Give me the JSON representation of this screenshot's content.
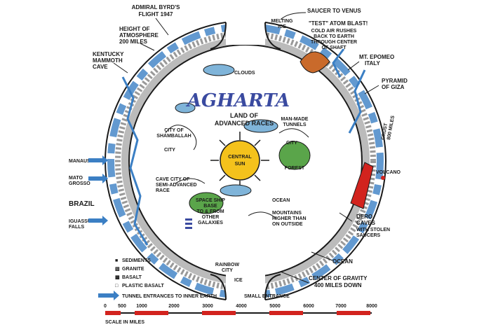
{
  "title": "AGHARTA",
  "subtitle_line1": "LAND OF",
  "subtitle_line2": "ADVANCED RACES",
  "central_sun_line1": "CENTRAL",
  "central_sun_line2": "SUN",
  "labels": {
    "byrd_line1": "ADMIRAL BYRD'S",
    "byrd_line2": "FLIGHT 1947",
    "saucer_venus": "SAUCER TO VENUS",
    "melting_line1": "MELTING",
    "melting_line2": "ICE",
    "test_atom": "\"TEST\" ATOM BLAST!",
    "cold_air_1": "COLD AIR RUSHES",
    "cold_air_2": "BACK TO EARTH",
    "cold_air_3": "THROUGH CENTER",
    "cold_air_4": "OF SHAFT",
    "height_1": "HEIGHT OF",
    "height_2": "ATMOSPHERE",
    "height_3": "200 MILES",
    "kentucky_1": "KENTUCKY",
    "kentucky_2": "MAMMOTH",
    "kentucky_3": "CAVE",
    "epomeo_1": "MT. EPOMEO",
    "epomeo_2": "ITALY",
    "pyramid_1": "PYRAMID",
    "pyramid_2": "OF GIZA",
    "clouds": "CLOUDS",
    "manmade_1": "MAN-MADE",
    "manmade_2": "TUNNELS",
    "shamballah_1": "CITY OF",
    "shamballah_2": "SHAMBALLAH",
    "city_left": "CITY",
    "city_right": "CITY",
    "forest": "FOREST",
    "manaus": "MANAUS",
    "mato_1": "MATO",
    "mato_2": "GROSSO",
    "brazil": "BRAZIL",
    "iguassu_1": "IGUASSU",
    "iguassu_2": "FALLS",
    "cave_city_1": "CAVE CITY OF",
    "cave_city_2": "SEMI-ADVANCED",
    "cave_city_3": "RACE",
    "ocean_inner": "OCEAN",
    "volcano": "VOLCANO",
    "space_1": "SPACE SHIP",
    "space_2": "BASE",
    "space_3": "TO & FROM",
    "space_4": "OTHER",
    "space_5": "GALAXIES",
    "mountains_1": "MOUNTAINS",
    "mountains_2": "HIGHER THAN",
    "mountains_3": "ON OUTSIDE",
    "dero_1": "DERO",
    "dero_2": "CAVES",
    "dero_3": "WITH STOLEN",
    "dero_4": "SAUCERS",
    "rainbow_1": "RAINBOW",
    "rainbow_2": "CITY",
    "ice": "ICE",
    "ocean_outer": "OCEAN",
    "small_entrance": "SMALL ENTRANCE",
    "gravity_1": "CENTER OF GRAVITY",
    "gravity_2": "400 MILES DOWN",
    "crust_1": "CRUST",
    "crust_2": "800 MILES"
  },
  "legend": [
    {
      "symbol": "■",
      "label": "SEDIMENTS"
    },
    {
      "symbol": "▧",
      "label": "GRANITE"
    },
    {
      "symbol": "▩",
      "label": "BASALT"
    },
    {
      "symbol": "□",
      "label": "PLASTIC BASALT"
    }
  ],
  "legend_tunnel": "TUNNEL ENTRANCES TO INNER EARTH",
  "scale": {
    "ticks": [
      "0",
      "500",
      "1000",
      "2000",
      "3000",
      "4000",
      "5000",
      "6000",
      "7000",
      "8000"
    ],
    "caption": "SCALE IN MILES"
  },
  "colors": {
    "ink": "#1a1a1a",
    "water": "#3b7fc4",
    "sun": "#f4c21c",
    "cloud": "#7fb4d9",
    "forest": "#5aa54a",
    "blast": "#c96a2b",
    "volcano": "#d2231e",
    "title": "#3a4aa0",
    "subtitle": "#d2231e"
  }
}
